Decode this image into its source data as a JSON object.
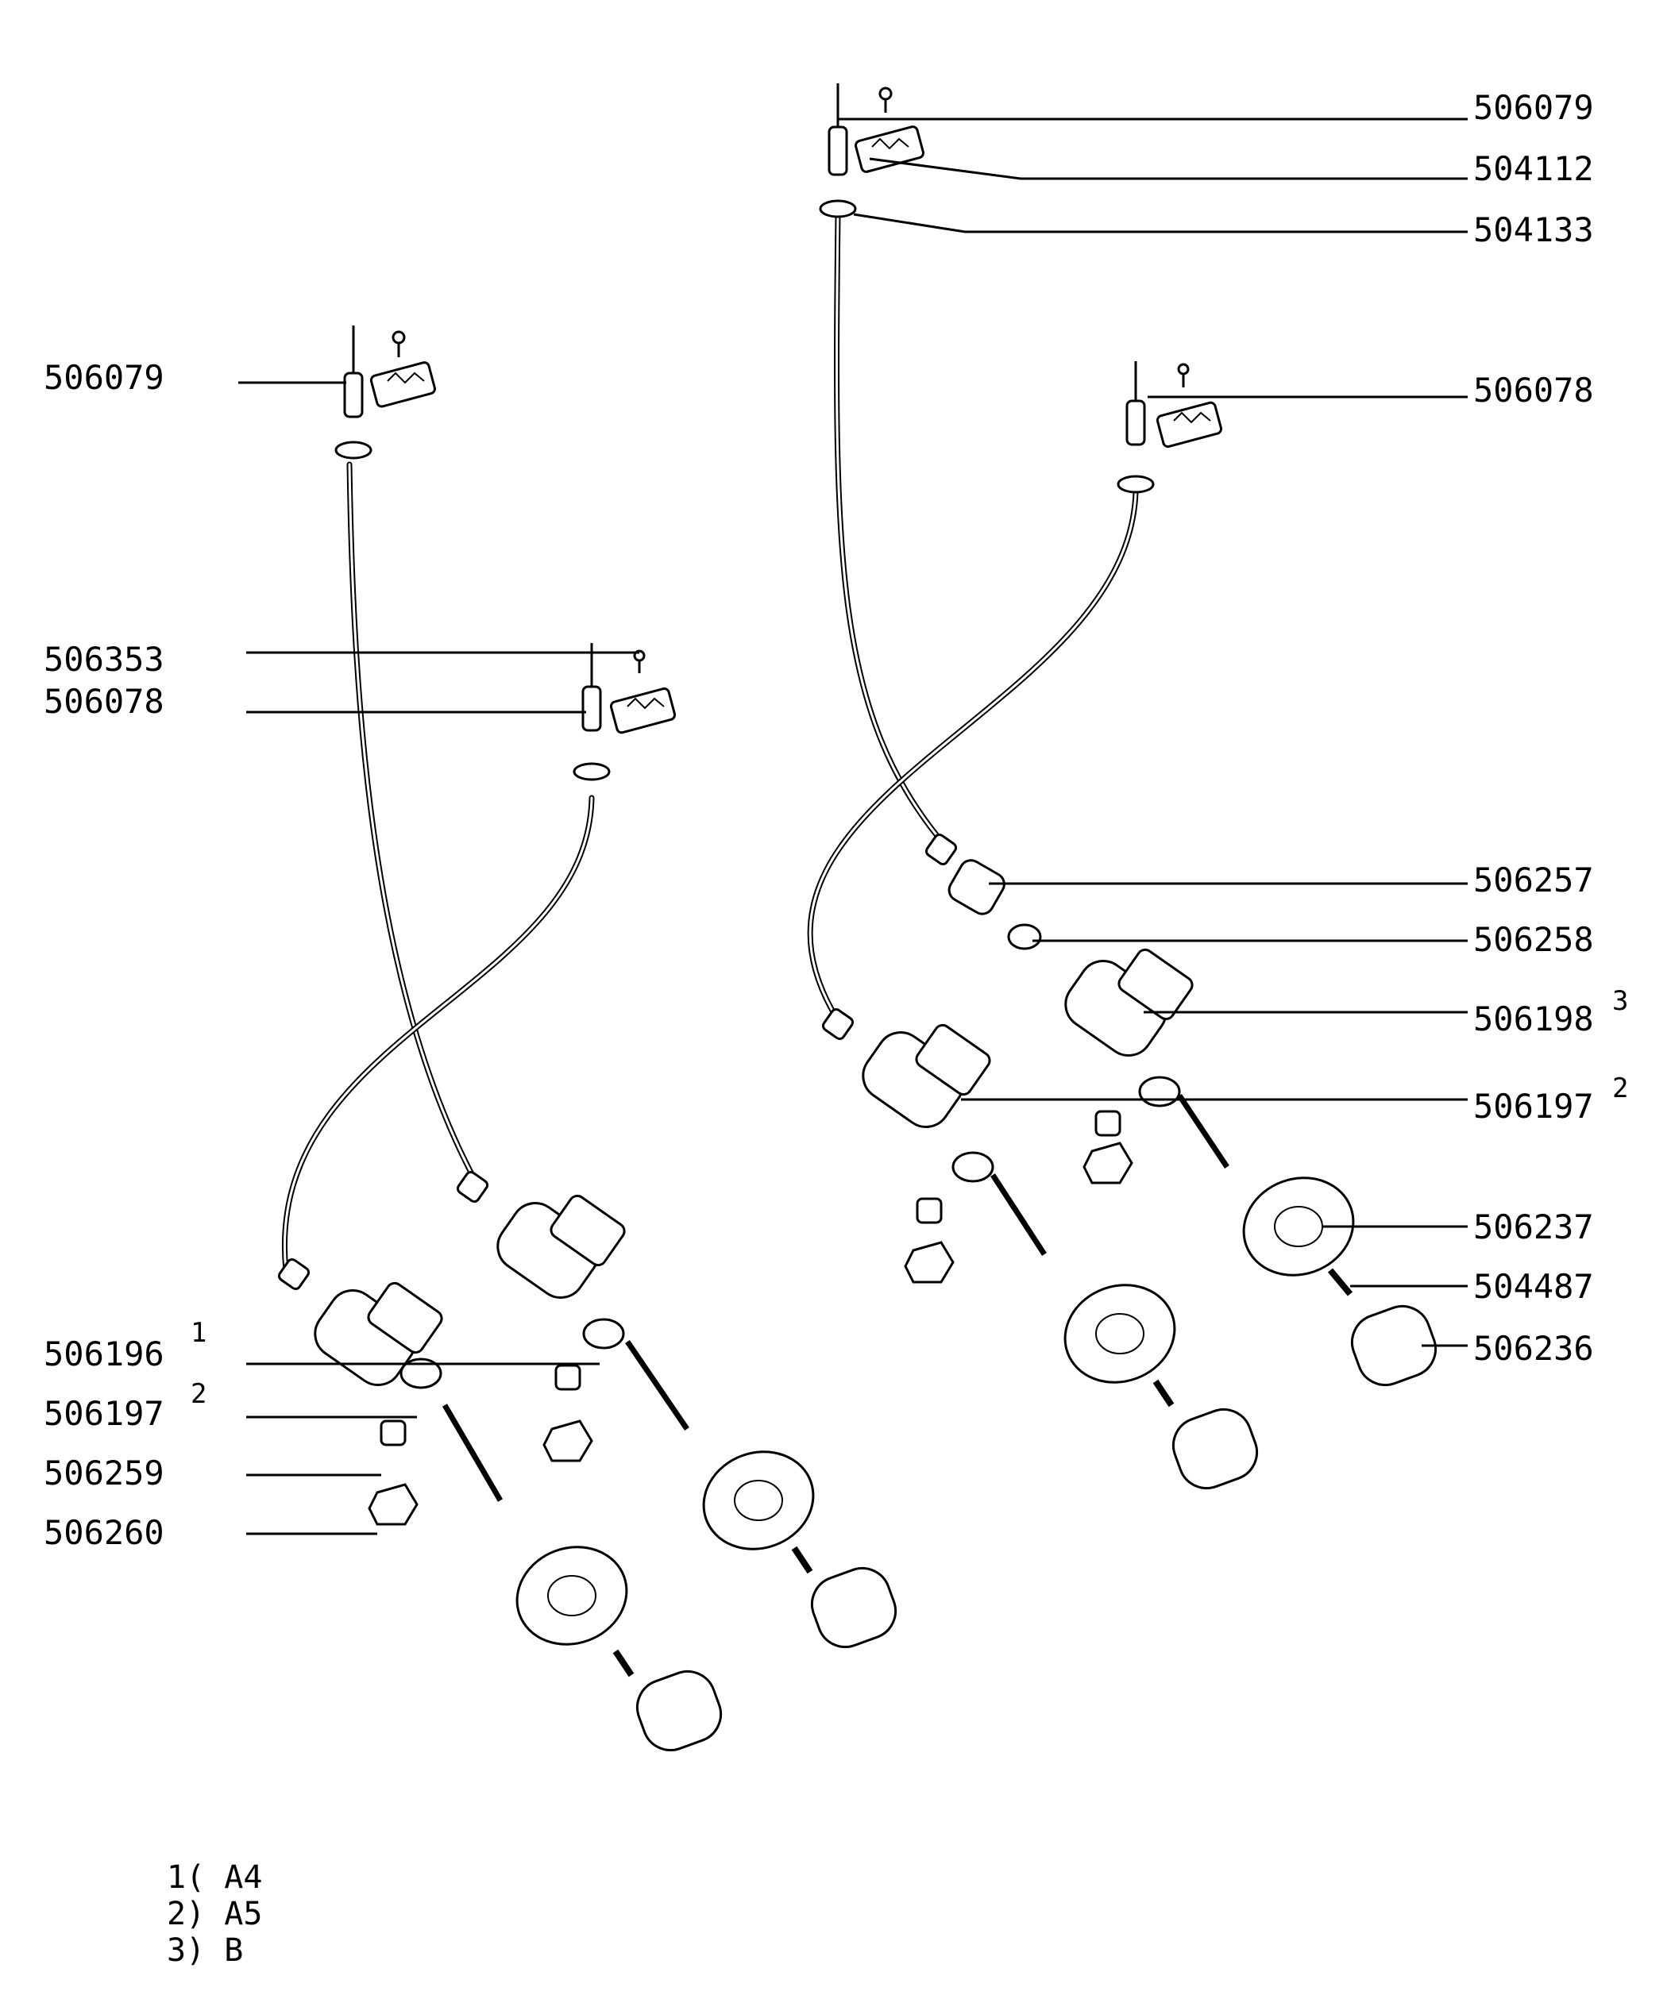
{
  "labels": {
    "top_left": [
      {
        "code": "506079",
        "sup": ""
      },
      {
        "code": "506353",
        "sup": ""
      },
      {
        "code": "506078",
        "sup": ""
      }
    ],
    "top_right": [
      {
        "code": "506079",
        "sup": ""
      },
      {
        "code": "504112",
        "sup": ""
      },
      {
        "code": "504133",
        "sup": ""
      },
      {
        "code": "506078",
        "sup": ""
      }
    ],
    "mid_right": [
      {
        "code": "506257",
        "sup": ""
      },
      {
        "code": "506258",
        "sup": ""
      },
      {
        "code": "506198",
        "sup": "3"
      },
      {
        "code": "506197",
        "sup": "2"
      },
      {
        "code": "506237",
        "sup": ""
      },
      {
        "code": "504487",
        "sup": ""
      },
      {
        "code": "506236",
        "sup": ""
      }
    ],
    "bottom_left": [
      {
        "code": "506196",
        "sup": "1"
      },
      {
        "code": "506197",
        "sup": "2"
      },
      {
        "code": "506259",
        "sup": ""
      },
      {
        "code": "506260",
        "sup": ""
      }
    ]
  },
  "footnotes": [
    "1( A4",
    "2) A5",
    "3) B"
  ]
}
